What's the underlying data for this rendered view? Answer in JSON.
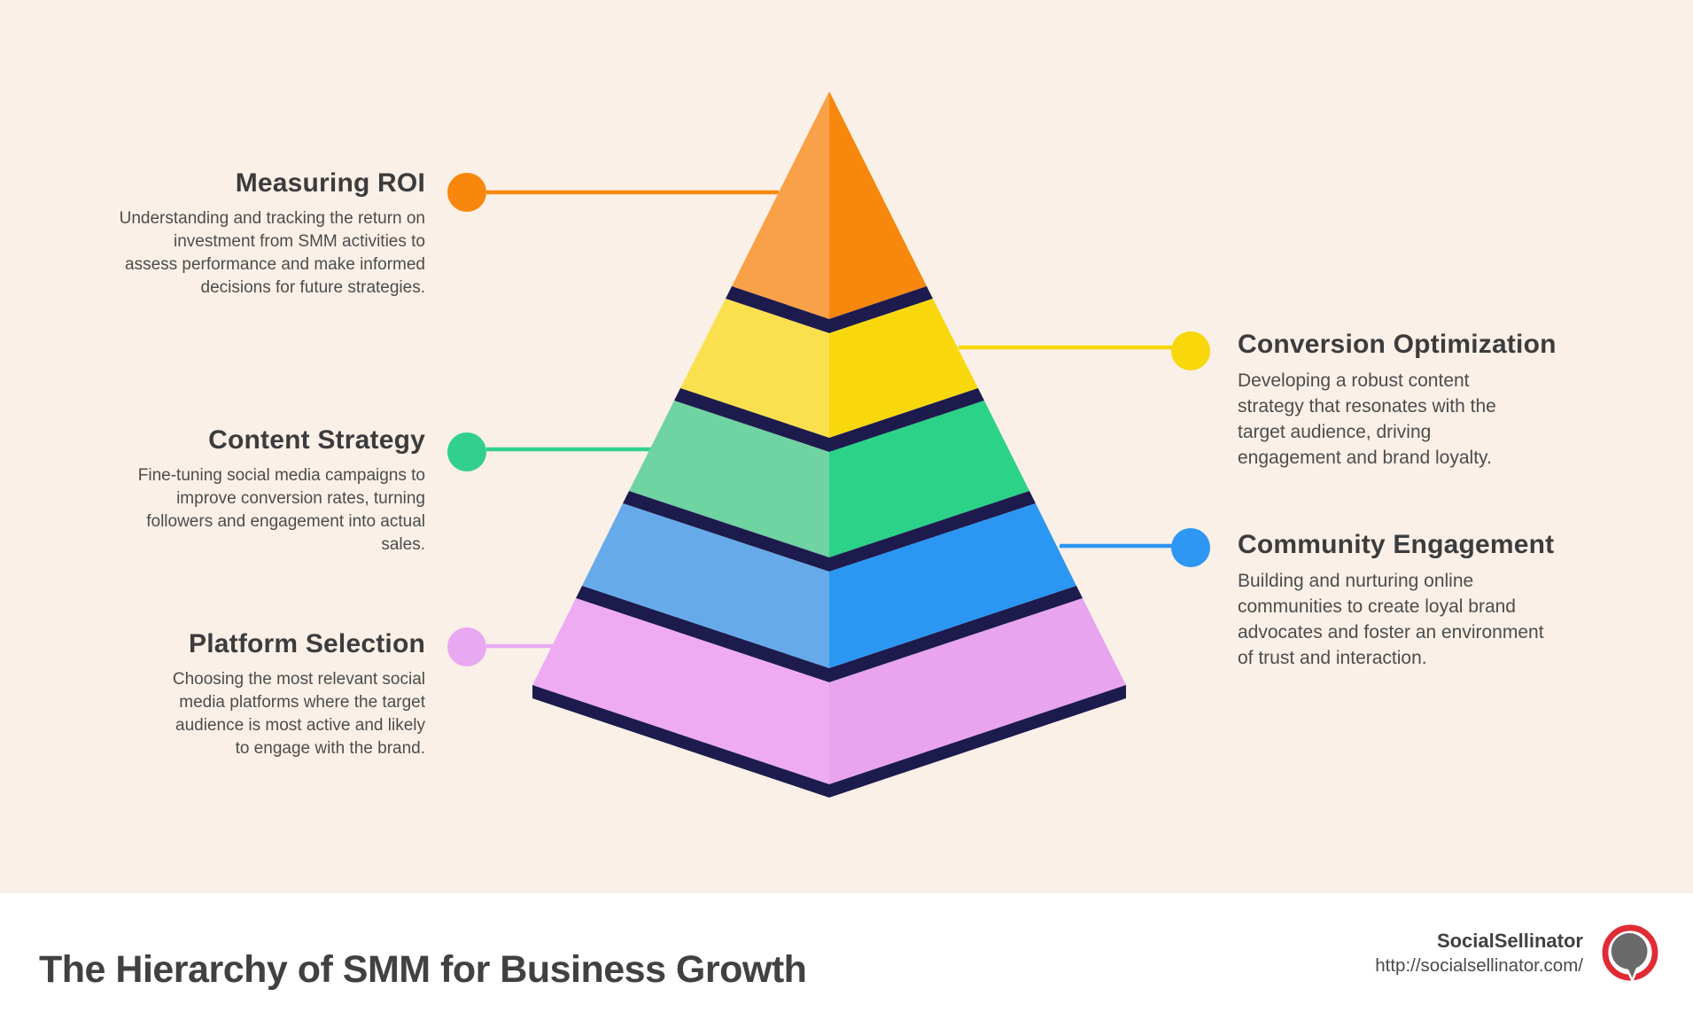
{
  "colors": {
    "background": "#FAF0E7",
    "footer_bg": "#FFFFFF",
    "band": "#1D1B4E",
    "title_text": "#3C3C3E",
    "body_text": "#4C4C4E",
    "footer_title_text": "#414042",
    "logo_ring": "#E02B35",
    "logo_bubble": "#6A6A6A"
  },
  "levels": [
    {
      "rank": 1,
      "title": "Measuring ROI",
      "side": "left",
      "accent": "#F8870D",
      "face_left": "#F9A148",
      "face_right": "#F8870D",
      "desc": [
        "Understanding and tracking the return on",
        "investment from SMM activities to",
        "assess performance and make informed",
        "decisions for future strategies."
      ]
    },
    {
      "rank": 2,
      "title": "Conversion Optimization",
      "side": "right",
      "accent": "#F8D70B",
      "face_left": "#FAE04F",
      "face_right": "#F8D80D",
      "desc": [
        "Developing a robust content",
        "strategy that resonates with the",
        "target audience, driving",
        "engagement and brand loyalty."
      ]
    },
    {
      "rank": 3,
      "title": "Content Strategy",
      "side": "left",
      "accent": "#31D08E",
      "face_left": "#6FD3A2",
      "face_right": "#2BD287",
      "desc": [
        "Fine-tuning social media campaigns to",
        "improve conversion rates, turning",
        "followers and engagement into actual",
        "sales."
      ]
    },
    {
      "rank": 4,
      "title": "Community Engagement",
      "side": "right",
      "accent": "#2E96F3",
      "face_left": "#67AAEA",
      "face_right": "#2B97F2",
      "desc": [
        "Building and nurturing online",
        "communities to create loyal brand",
        "advocates and foster an environment",
        "of trust and interaction."
      ]
    },
    {
      "rank": 5,
      "title": "Platform Selection",
      "side": "left",
      "accent": "#E9A8F2",
      "face_left": "#EEABF1",
      "face_right": "#E8A4EF",
      "desc": [
        "Choosing the most relevant social",
        "media platforms where the target",
        "audience is most active and likely",
        "to engage with the brand."
      ]
    }
  ],
  "footer": {
    "title": "The Hierarchy of SMM for Business Growth",
    "brand": "SocialSellinator",
    "url": "http://socialsellinator.com/"
  }
}
